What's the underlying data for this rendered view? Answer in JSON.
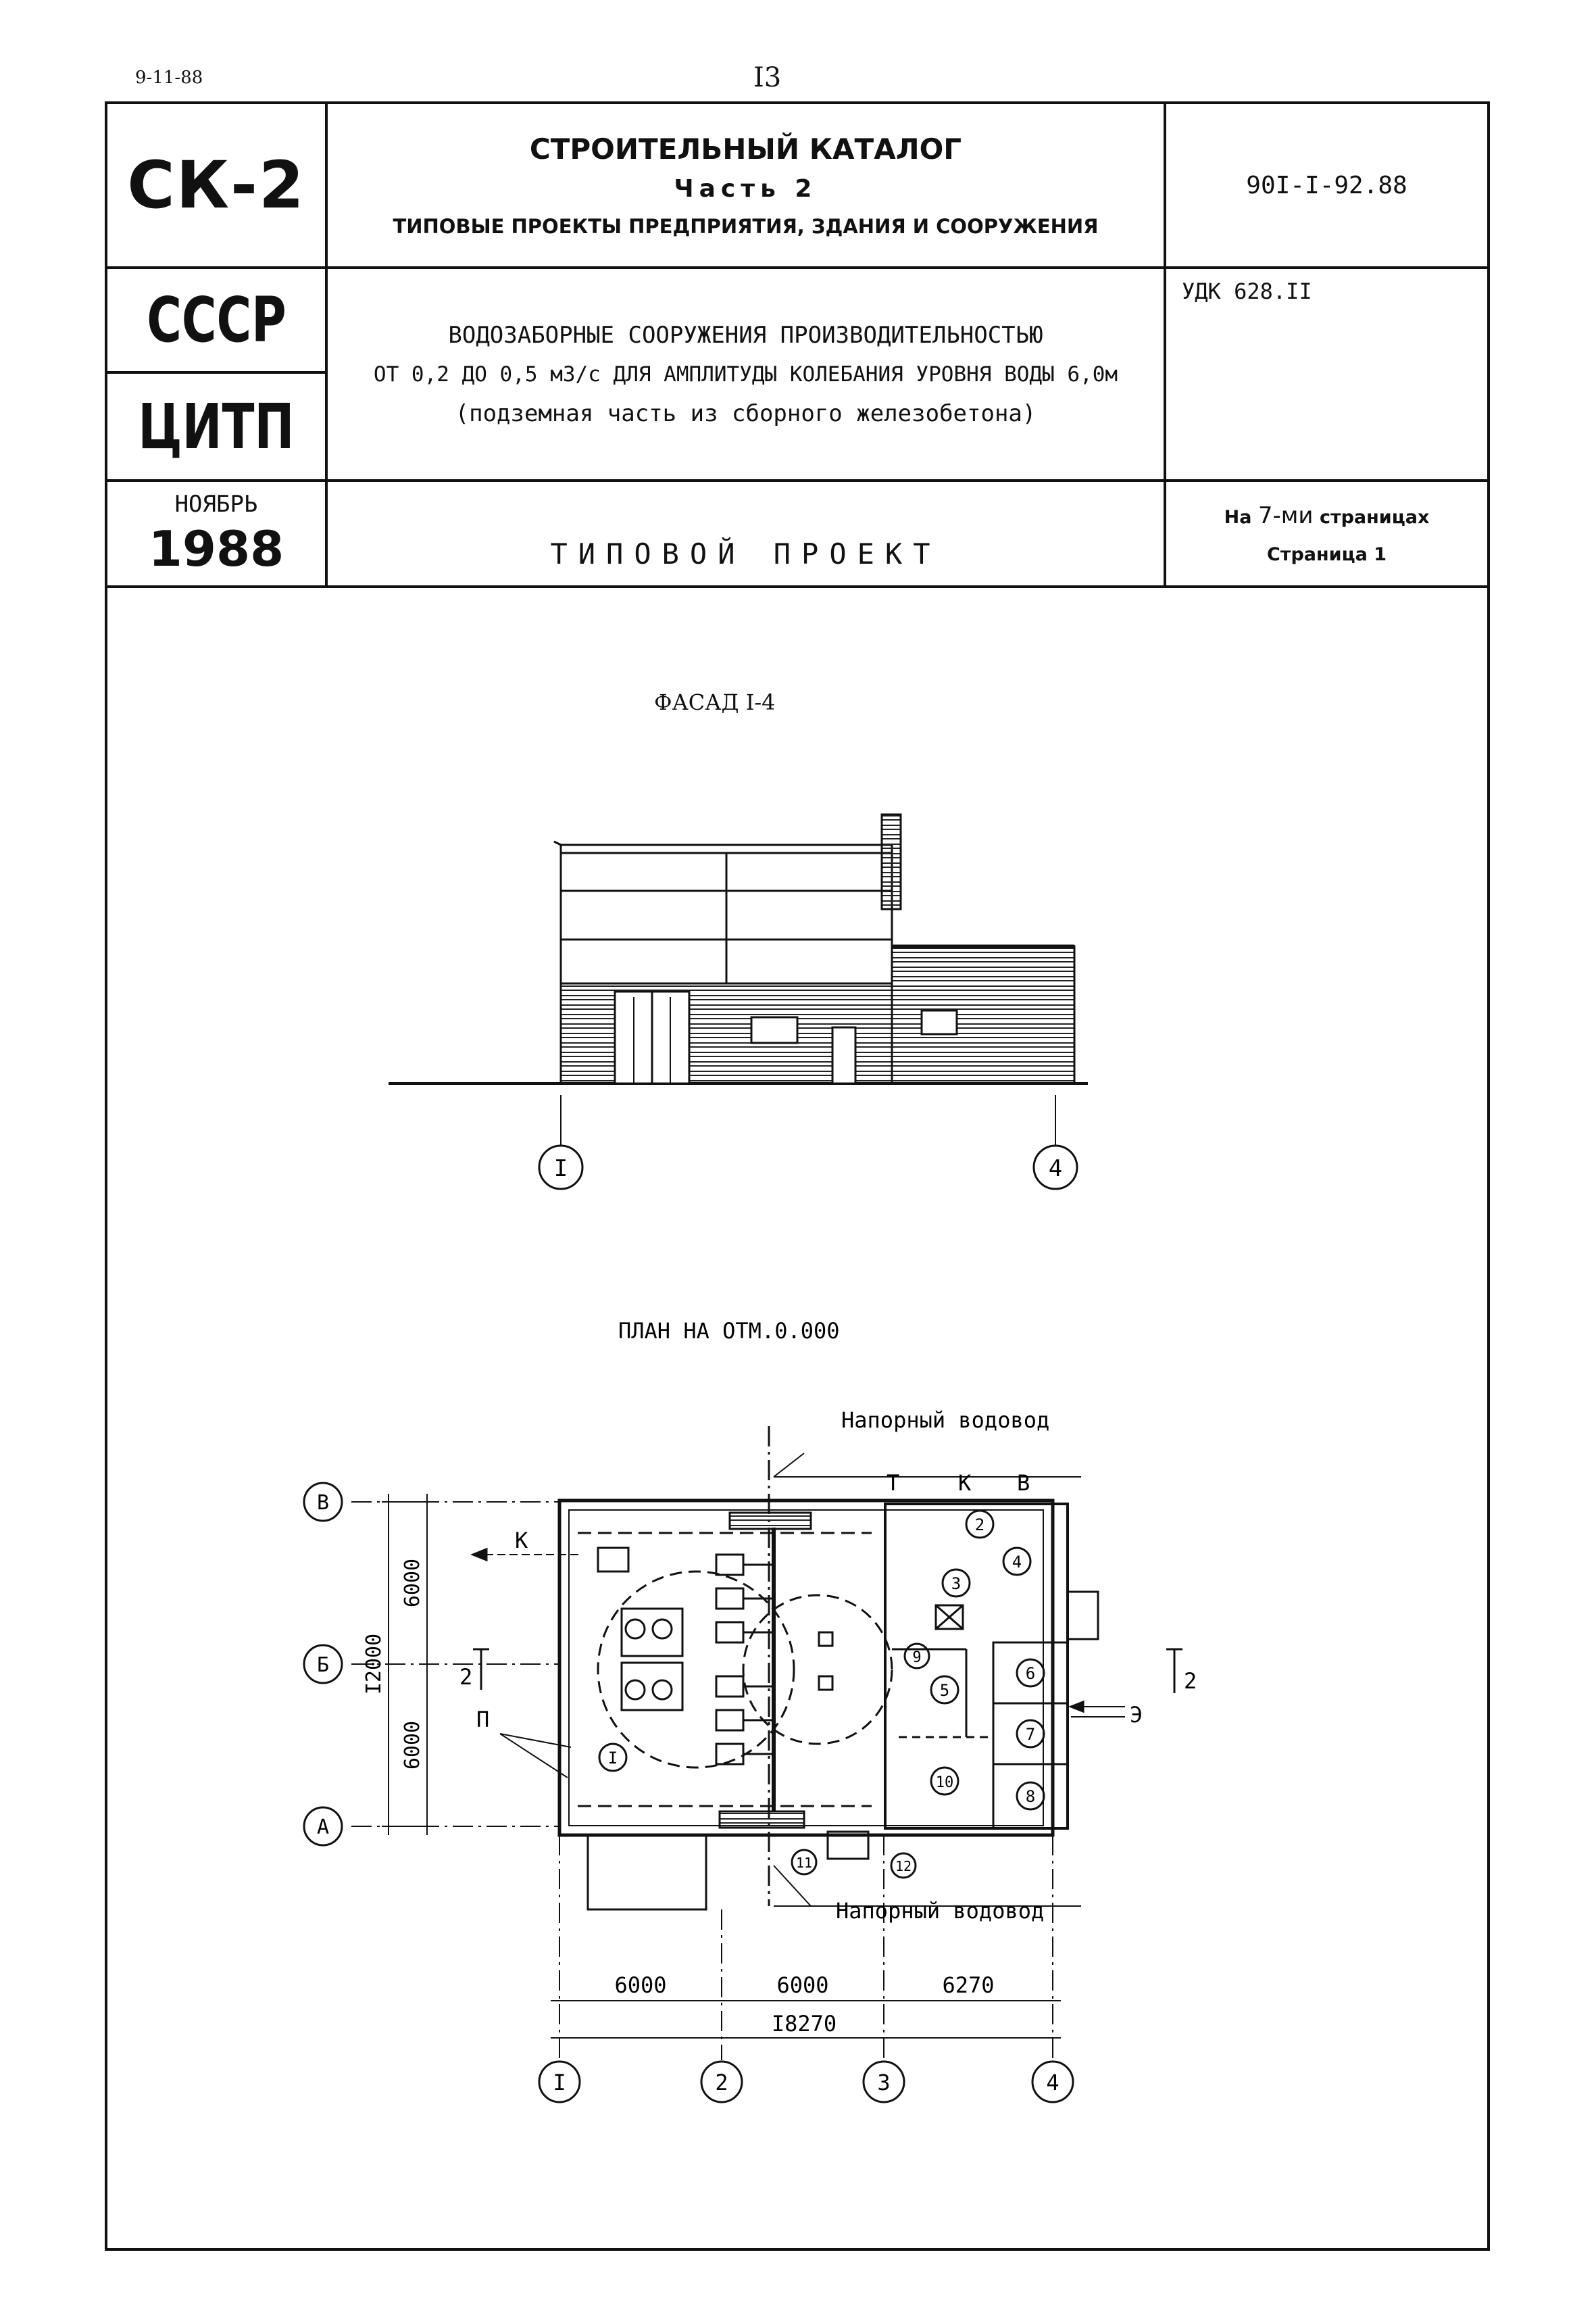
{
  "header": {
    "date": "9-11-88",
    "page_number": "I3"
  },
  "stamp": {
    "logo": "СК-2",
    "catalog_title": "СТРОИТЕЛЬНЫЙ КАТАЛОГ",
    "catalog_part": "Часть 2",
    "catalog_subtitle": "ТИПОВЫЕ ПРОЕКТЫ ПРЕДПРИЯТИЯ, ЗДАНИЯ И СООРУЖЕНИЯ",
    "project_code": "90I-I-92.88",
    "country": "СССР",
    "org": "ЦИТП",
    "udk": "УДК 628.II",
    "title_lines": [
      "ВОДОЗАБОРНЫЕ СООРУЖЕНИЯ ПРОИЗВОДИТЕЛЬНОСТЬЮ",
      "ОТ 0,2 ДО 0,5 м3/с ДЛЯ АМПЛИТУДЫ КОЛЕБАНИЯ УРОВНЯ ВОДЫ 6,0м",
      "(подземная часть из сборного железобетона)"
    ],
    "month": "НОЯБРЬ",
    "year": "1988",
    "doc_type": "ТИПОВОЙ ПРОЕКТ",
    "pages_prefix": "На",
    "pages_count": "7-ми",
    "pages_suffix": "страницах",
    "page_label": "Страница 1"
  },
  "facade": {
    "title": "ФАСАД I-4",
    "axis_left": "I",
    "axis_right": "4"
  },
  "plan": {
    "title": "ПЛАН НА ОТМ.0.000",
    "pipe_top": "Напорный водовод",
    "pipe_bottom": "Напорный водовод",
    "utility_labels": [
      "Т",
      "К",
      "В"
    ],
    "label_k": "К",
    "label_e": "Э",
    "label_p": "П",
    "section_mark": "2",
    "row_axes": [
      "В",
      "Б",
      "А"
    ],
    "col_axes": [
      "I",
      "2",
      "3",
      "4"
    ],
    "dims_vertical": [
      "6000",
      "6000",
      "I2000"
    ],
    "dims_horizontal": [
      "6000",
      "6000",
      "6270"
    ],
    "dim_total": "I8270",
    "rooms": [
      "I",
      "2",
      "3",
      "4",
      "5",
      "6",
      "7",
      "8",
      "9",
      "10",
      "11",
      "12"
    ]
  }
}
